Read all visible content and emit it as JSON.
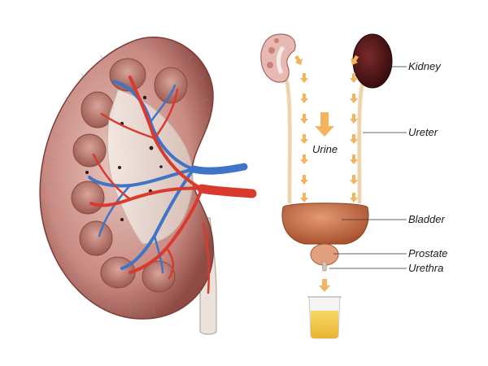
{
  "labels": {
    "kidney": "Kidney",
    "ureter": "Ureter",
    "urine": "Urine",
    "bladder": "Bladder",
    "prostate": "Prostate",
    "urethra": "Urethra"
  },
  "colors": {
    "artery": "#d93a2e",
    "vein": "#3f74c6",
    "cortex": "#c98a82",
    "medulla": "#b06f63",
    "pelvis": "#ecdcd4",
    "bladder": "#c9744f",
    "prostate": "#e3a07e",
    "flow_arrow": "#f2b45c",
    "urine": "#f0c34a"
  }
}
